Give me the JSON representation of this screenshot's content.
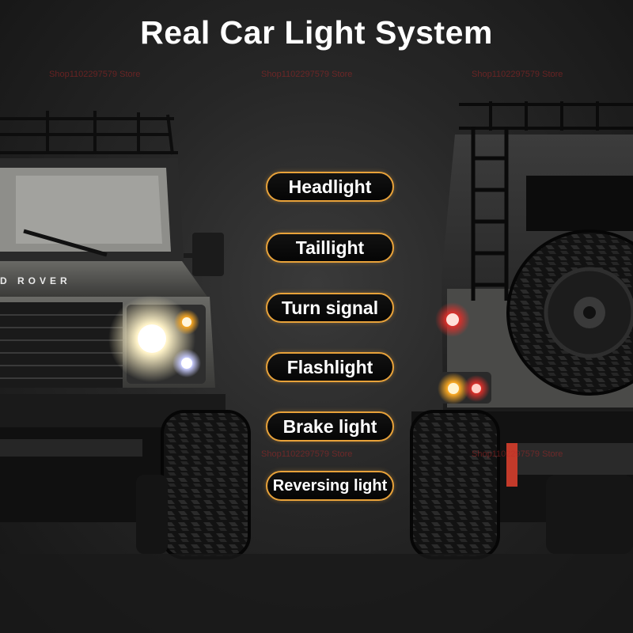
{
  "title": "Real Car Light System",
  "features": [
    {
      "label": "Headlight"
    },
    {
      "label": "Taillight"
    },
    {
      "label": "Turn signal"
    },
    {
      "label": "Flashlight"
    },
    {
      "label": "Brake light"
    },
    {
      "label": "Reversing light"
    }
  ],
  "watermark": "Shop1102297579 Store",
  "grille_badge": "D ROVER",
  "colors": {
    "accent": "#e8a23a",
    "headlight": "#fff3c8",
    "brake": "#e0302a",
    "turn": "#f5a623",
    "background": "#1e1e1e"
  }
}
